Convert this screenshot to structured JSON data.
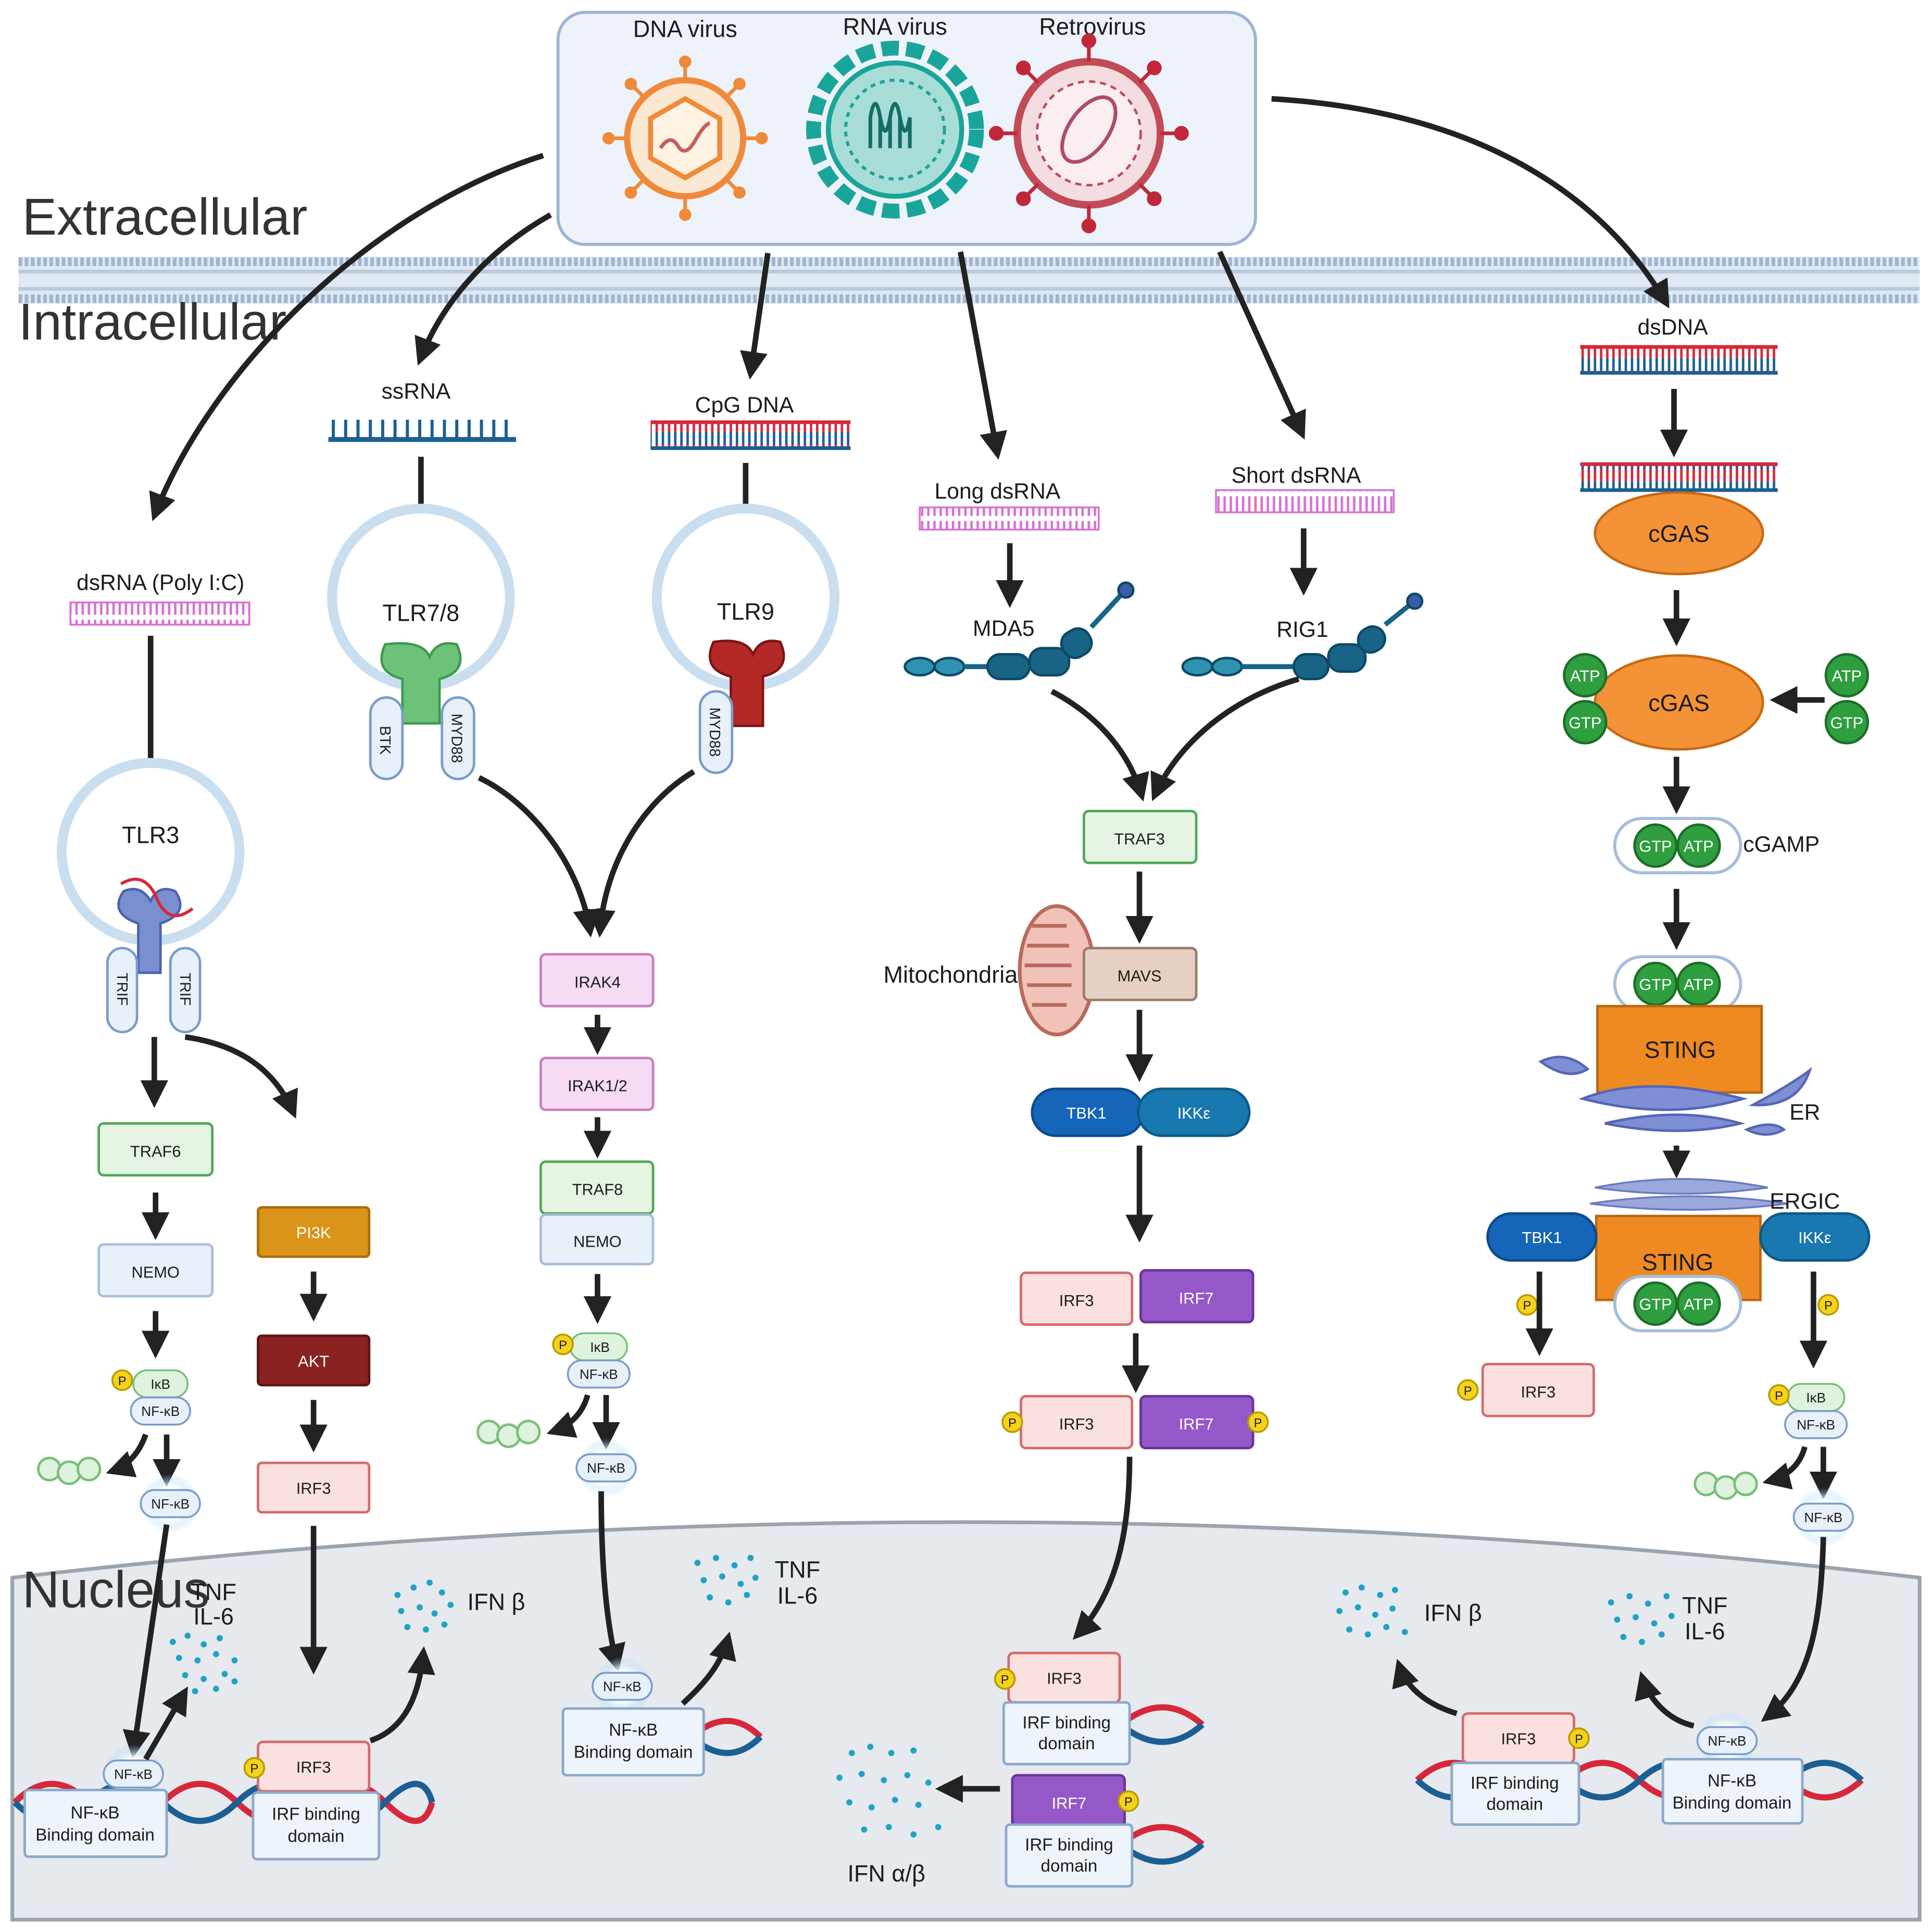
{
  "regions": {
    "extracellular": "Extracellular",
    "intracellular": "Intracellular",
    "nucleus": "Nucleus"
  },
  "viruses": {
    "dna": "DNA virus",
    "rna": "RNA virus",
    "retro": "Retrovirus"
  },
  "ligands": {
    "poly_ic": "dsRNA (Poly I:C)",
    "ssrna": "ssRNA",
    "cpg": "CpG  DNA",
    "long_dsrna": "Long dsRNA",
    "short_dsrna": "Short dsRNA",
    "dsdna": "dsDNA"
  },
  "receptors": {
    "tlr3": "TLR3",
    "tlr78": "TLR7/8",
    "tlr9": "TLR9",
    "mda5": "MDA5",
    "rig1": "RIG1"
  },
  "adaptors": {
    "trif": "TRIF",
    "btk": "BTK",
    "myd88": "MYD88"
  },
  "nodes": {
    "traf6": "TRAF6",
    "nemo": "NEMO",
    "pi3k": "PI3K",
    "akt": "AKT",
    "irf3": "IRF3",
    "irak4": "IRAK4",
    "irak12": "IRAK1/2",
    "traf8": "TRAF8",
    "traf3": "TRAF3",
    "mavs": "MAVS",
    "mitochondria": "Mitochondria",
    "tbk1": "TBK1",
    "ikke": "IKKε",
    "irf7": "IRF7",
    "cgas": "cGAS",
    "cgamp": "cGAMP",
    "sting": "STING",
    "er": "ER",
    "ergic": "ERGIC"
  },
  "nucleotides": {
    "atp": "ATP",
    "gtp": "GTP"
  },
  "small": {
    "p": "P",
    "ikb": "IκB",
    "nfkb": "NF-κB"
  },
  "binding": {
    "nfkb_line1": "NF-κB",
    "nfkb_line2": "Binding domain",
    "irf_line1": "IRF binding",
    "irf_line2": "domain"
  },
  "outputs": {
    "tnf": "TNF",
    "il6": "IL-6",
    "ifnb": "IFN β",
    "ifnab": "IFN α/β"
  },
  "colors": {
    "virus_panel": "#eef3fb",
    "membrane": "#c9d7e8",
    "nucleus": "#e6e9ed",
    "endosome_ring": "#c9deee",
    "traf_green": "#e6f4e4",
    "nemo_blue": "#e8f0fa",
    "irak_pink": "#f6dbf3",
    "irf3_pink": "#fbe0e0",
    "irf7_purple": "#9558c8",
    "pi3k_orange": "#da9418",
    "akt_red": "#8a2222",
    "mavs_tan": "#e6cfc4",
    "tbk1_blue": "#1565b8",
    "ikke_blue": "#1a78b0",
    "cgas_orange": "#f39237",
    "sting_orange": "#ef8a22",
    "nucleotide_green": "#2e9e3e",
    "phospho_yellow": "#f5d21c",
    "cytokine_dots": "#1fa3c4",
    "rna_pink": "#d675d0",
    "dna_red": "#d6283a",
    "dna_blue": "#1b5f94"
  }
}
